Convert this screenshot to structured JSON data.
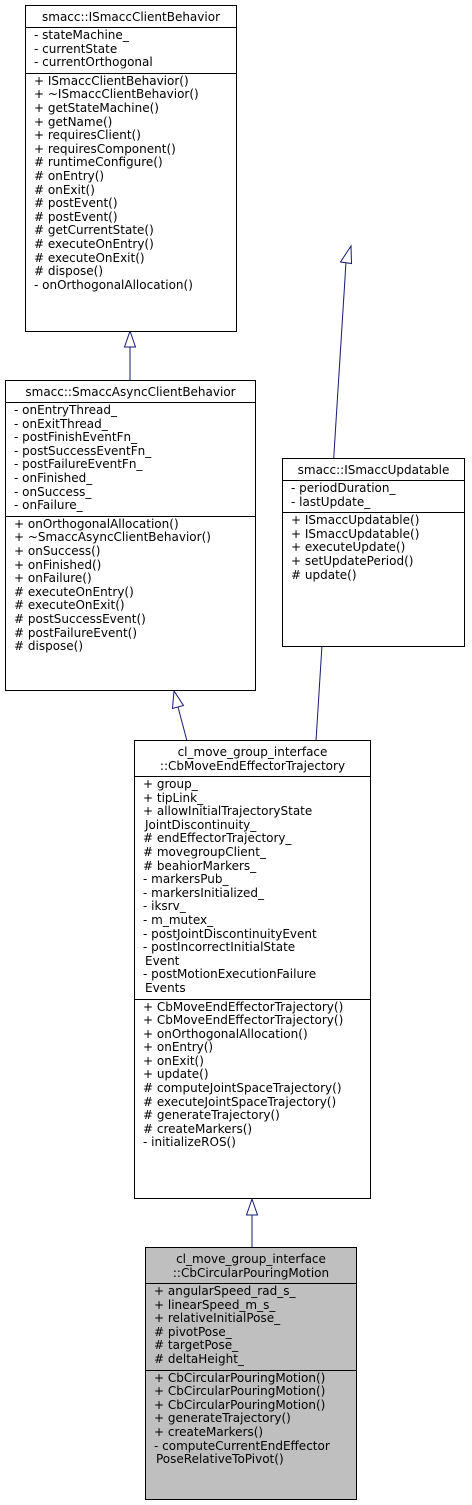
{
  "classes": [
    {
      "id": "ismacc_client_behavior",
      "title": [
        "smacc::ISmaccClientBehavior"
      ],
      "attributes": [
        "- stateMachine_",
        "- currentState",
        "- currentOrthogonal"
      ],
      "methods": [
        "+ ISmaccClientBehavior()",
        "+ ~ISmaccClientBehavior()",
        "+ getStateMachine()",
        "+ getName()",
        "+ requiresClient()",
        "+ requiresComponent()",
        "# runtimeConfigure()",
        "# onEntry()",
        "# onExit()",
        "# postEvent()",
        "# postEvent()",
        "# getCurrentState()",
        "# executeOnEntry()",
        "# executeOnExit()",
        "# dispose()",
        "- onOrthogonalAllocation()"
      ]
    },
    {
      "id": "smacc_async_client_behavior",
      "title": [
        "smacc::SmaccAsyncClientBehavior"
      ],
      "attributes": [
        "- onEntryThread_",
        "- onExitThread_",
        "- postFinishEventFn_",
        "- postSuccessEventFn_",
        "- postFailureEventFn_",
        "- onFinished_",
        "- onSuccess_",
        "- onFailure_"
      ],
      "methods": [
        "+ onOrthogonalAllocation()",
        "+ ~SmaccAsyncClientBehavior()",
        "+ onSuccess()",
        "+ onFinished()",
        "+ onFailure()",
        "# executeOnEntry()",
        "# executeOnExit()",
        "# postSuccessEvent()",
        "# postFailureEvent()",
        "# dispose()"
      ]
    },
    {
      "id": "ismacc_updatable",
      "title": [
        "smacc::ISmaccUpdatable"
      ],
      "attributes": [
        "- periodDuration_",
        "- lastUpdate_"
      ],
      "methods": [
        "+ ISmaccUpdatable()",
        "+ ISmaccUpdatable()",
        "+ executeUpdate()",
        "+ setUpdatePeriod()",
        "# update()"
      ]
    },
    {
      "id": "cb_move_end_effector_trajectory",
      "title": [
        "cl_move_group_interface",
        "::CbMoveEndEffectorTrajectory"
      ],
      "attributes": [
        "+ group_",
        "+ tipLink_",
        "+ allowInitialTrajectoryState",
        "JointDiscontinuity_",
        "# endEffectorTrajectory_",
        "# movegroupClient_",
        "# beahiorMarkers_",
        "- markersPub_",
        "- markersInitialized_",
        "- iksrv_",
        "- m_mutex_",
        "- postJointDiscontinuityEvent",
        "- postIncorrectInitialState",
        "Event",
        "- postMotionExecutionFailure",
        "Events"
      ],
      "methods": [
        "+ CbMoveEndEffectorTrajectory()",
        "+ CbMoveEndEffectorTrajectory()",
        "+ onOrthogonalAllocation()",
        "+ onEntry()",
        "+ onExit()",
        "+ update()",
        "# computeJointSpaceTrajectory()",
        "# executeJointSpaceTrajectory()",
        "# generateTrajectory()",
        "# createMarkers()",
        "- initializeROS()"
      ]
    },
    {
      "id": "cb_circular_pouring_motion",
      "title": [
        "cl_move_group_interface",
        "::CbCircularPouringMotion"
      ],
      "attributes": [
        "+ angularSpeed_rad_s_",
        "+ linearSpeed_m_s_",
        "+ relativeInitialPose_",
        "# pivotPose_",
        "# targetPose_",
        "# deltaHeight_"
      ],
      "methods": [
        "+ CbCircularPouringMotion()",
        "+ CbCircularPouringMotion()",
        "+ CbCircularPouringMotion()",
        "+ generateTrajectory()",
        "+ createMarkers()",
        "- computeCurrentEndEffector",
        "PoseRelativeToPivot()"
      ]
    }
  ],
  "colors": {
    "edge": "#191970",
    "highlight_fill": "#bfbfbf",
    "border": "#000000",
    "background": "#ffffff"
  }
}
